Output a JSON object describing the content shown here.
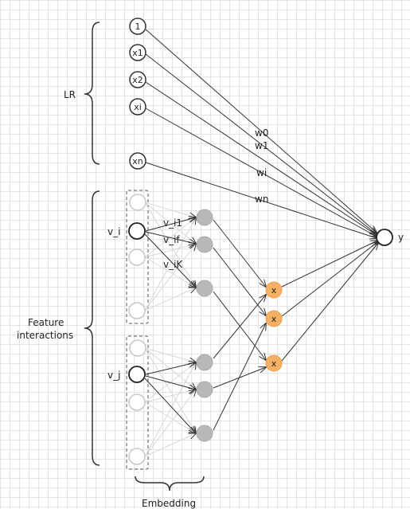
{
  "groups": {
    "lr": "LR",
    "feature_line1": "Feature",
    "feature_line2": "interactions",
    "embedding": "Embedding"
  },
  "lr_inputs": [
    "1",
    "x1",
    "x2",
    "xi",
    "xn"
  ],
  "weights": [
    "w0",
    "w1",
    "wi",
    "wn"
  ],
  "feature_labels": {
    "vi": "v_i",
    "vj": "v_j"
  },
  "embedding_labels": [
    "v_i1",
    "v_if",
    "v_iK"
  ],
  "product_label": "x",
  "output_label": "y",
  "colors": {
    "product": "#f5b065",
    "embedding": "#b8b8b8",
    "line": "#333333",
    "faint": "#d8d8d8"
  }
}
